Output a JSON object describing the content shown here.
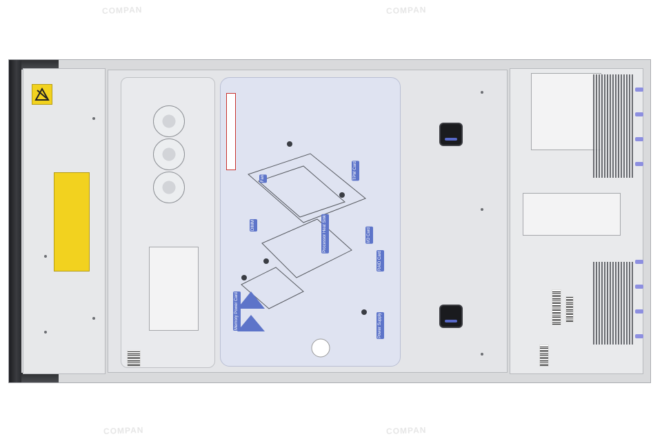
{
  "scene": {
    "subject": "rack-server-top-view",
    "watermark_text": "COMPAN",
    "colors": {
      "chassis": "#d9dadc",
      "panel": "#e7e8ea",
      "label_blue": "#5d74c9",
      "warning_yellow": "#f2d21f",
      "bezel": "#1c1d20",
      "clip_blue": "#8d8fe0"
    }
  },
  "service_label": {
    "tags": [
      "Fan",
      "DIMM",
      "Processor Heat Sink",
      "Memory Power Card",
      "I/O Card",
      "Power Supply",
      "RAID Card",
      "TPM Card"
    ]
  }
}
